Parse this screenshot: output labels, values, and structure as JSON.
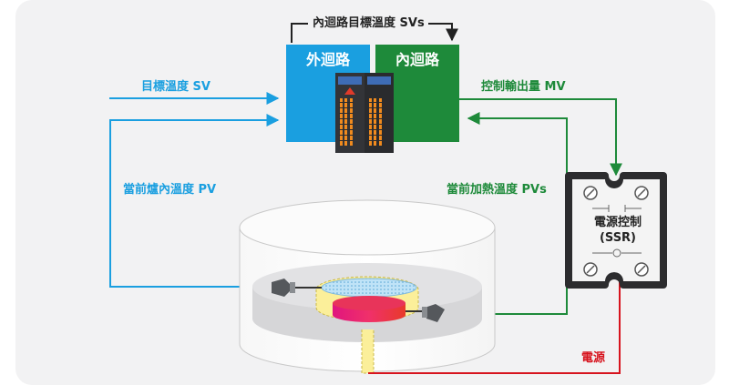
{
  "title_loop_sv": "內迴路目標溫度 SVs",
  "outer_loop": "外迴路",
  "inner_loop": "內迴路",
  "target_sv": "目標溫度 SV",
  "control_mv": "控制輸出量 MV",
  "furnace_pv": "當前爐內溫度 PV",
  "heating_pv": "當前加熱溫度 PVs",
  "ssr_line1": "電源控制",
  "ssr_line2": "(SSR)",
  "power": "電源",
  "colors": {
    "blue": "#1a9fe0",
    "green": "#1e8a3a",
    "red": "#d7141e",
    "outer_box": "#1a9fe0",
    "inner_box": "#1e8a3a"
  }
}
